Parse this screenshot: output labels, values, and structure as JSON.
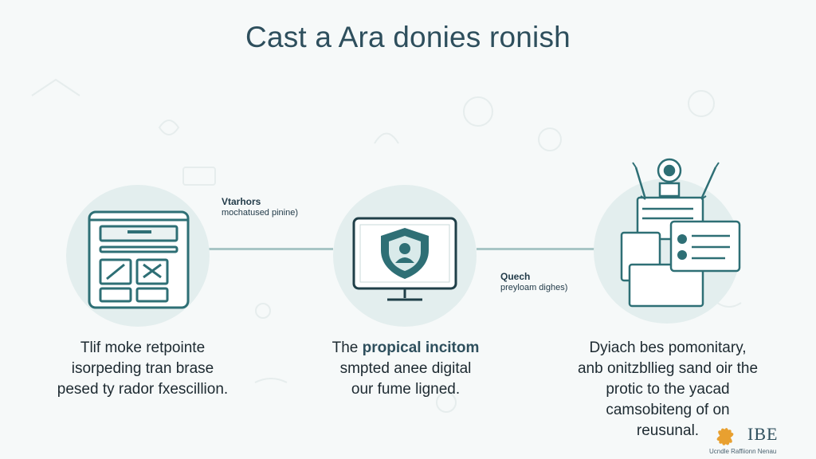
{
  "title": "Cast a Ara donies ronish",
  "steps": [
    {
      "label_top": "",
      "label_bottom": "",
      "caption_lines": [
        "Tlif moke retpointe",
        "isorpeding tran brase",
        "pesed ty rador fxescillion."
      ]
    },
    {
      "caption_lines_bold": "propical incitom",
      "caption_prefix": "The",
      "caption_lines": [
        "smpted anee digital",
        "our fume ligned."
      ]
    },
    {
      "caption_lines": [
        "Dyiach bes pomonitary,",
        "anb onitzbllieg sand oir the",
        "protic to the yacad",
        "camsobiteng of on",
        "reusunal."
      ]
    }
  ],
  "connector_labels": {
    "left": {
      "top": "Vtarhors",
      "bottom": "mochatused pinine)"
    },
    "right": {
      "top": "Quech",
      "bottom": "preyloam dighes)"
    }
  },
  "logo": {
    "text": "IBE",
    "subtitle": "Ucndle Raffiionn Nenau"
  },
  "colors": {
    "teal": "#2e6f75",
    "circle": "#e3eeee",
    "connector": "#a8c6c6",
    "title": "#2e4f5d"
  },
  "icons": [
    "browser-window-icon",
    "shield-user-monitor-icon",
    "robot-machine-icon"
  ]
}
